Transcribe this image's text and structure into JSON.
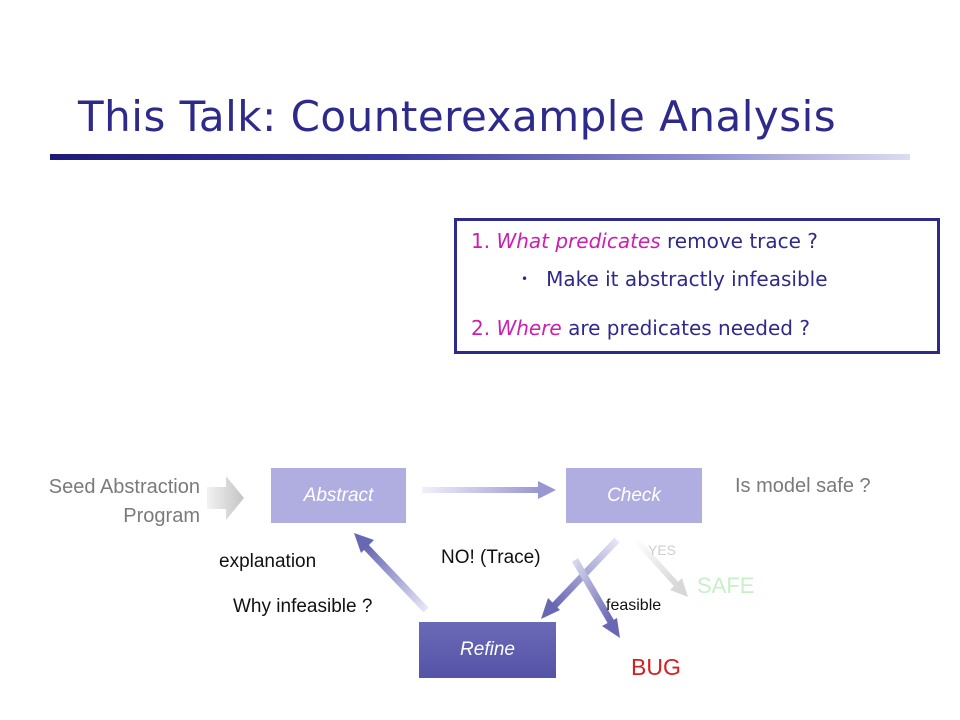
{
  "title": "This Talk: Counterexample Analysis",
  "box": {
    "q1": {
      "num": "1.",
      "em": "What predicates",
      "rest": "remove trace ?"
    },
    "q1_sub": {
      "bullet": "•",
      "text": "Make it abstractly infeasible"
    },
    "q2": {
      "num": "2.",
      "em": "Where",
      "rest": "are predicates needed ?"
    }
  },
  "diagram": {
    "seed_line1": "Seed Abstraction",
    "seed_line2": "Program",
    "abstract": "Abstract",
    "check": "Check",
    "refine": "Refine",
    "is_safe": "Is model safe ?",
    "yes": "YES",
    "safe": "SAFE",
    "no_trace": "NO!  (Trace)",
    "explanation": "explanation",
    "why": "Why infeasible ?",
    "feasible": "feasible",
    "bug": "BUG"
  },
  "colors": {
    "title": "#2e2a8c",
    "accent": "#cc1fb0",
    "node": "#b0aee0",
    "refine": "#5553a6",
    "bug": "#d42020",
    "safe": "#c9efc9"
  }
}
